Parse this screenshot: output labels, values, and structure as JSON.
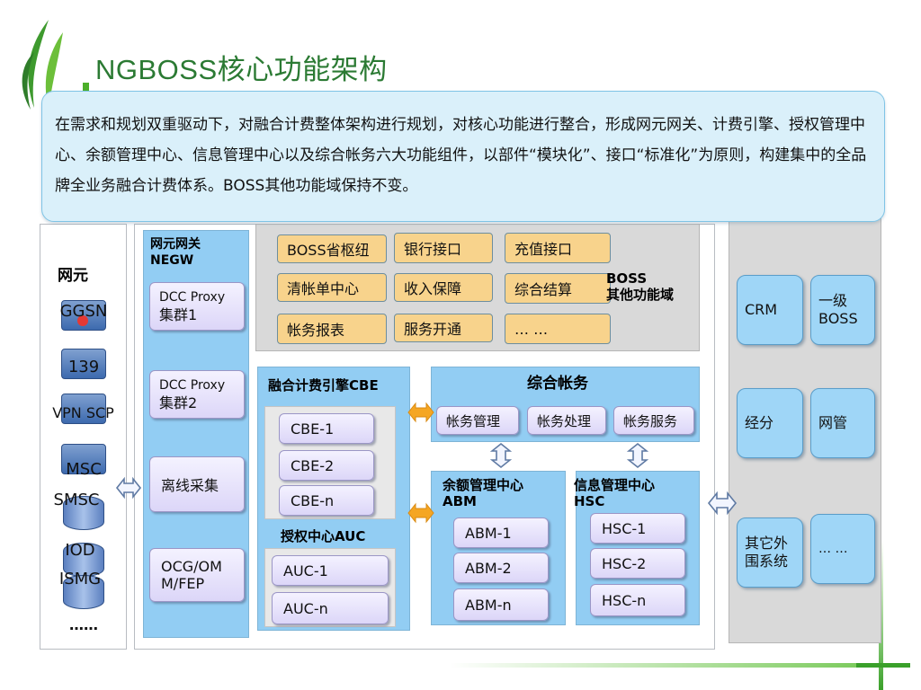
{
  "header": {
    "title": "NGBOSS核心功能架构"
  },
  "intro": {
    "text": "在需求和规划双重驱动下，对融合计费整体架构进行规划，对核心功能进行整合，形成网元网关、计费引擎、授权管理中心、余额管理中心、信息管理中心以及综合帐务六大功能组件，以部件“模块化”、接口“标准化”为原则，构建集中的全品牌全业务融合计费体系。BOSS其他功能域保持不变。"
  },
  "network_elements": {
    "heading": "网元",
    "items": [
      "GGSN",
      "139",
      "VPN SCP",
      "MSC",
      "SMSC",
      "IOD",
      "ISMG"
    ],
    "more": "……"
  },
  "negw": {
    "heading_line1": "网元网关",
    "heading_line2": "NEGW",
    "boxes": [
      {
        "line1": "DCC Proxy",
        "line2": "集群1"
      },
      {
        "line1": "DCC Proxy",
        "line2": "集群2"
      },
      {
        "line1": "离线采集",
        "line2": ""
      },
      {
        "line1": "OCG/OM",
        "line2": "M/FEP"
      }
    ]
  },
  "boss_other": {
    "heading_line1": "BOSS",
    "heading_line2": "其他功能域",
    "items": [
      "BOSS省枢纽",
      "银行接口",
      "充值接口",
      "清帐单中心",
      "收入保障",
      "综合结算",
      "帐务报表",
      "服务开通",
      "… …"
    ]
  },
  "cbe": {
    "heading": "融合计费引擎CBE",
    "items": [
      "CBE-1",
      "CBE-2",
      "CBE-n"
    ]
  },
  "auc": {
    "heading": "授权中心AUC",
    "items": [
      "AUC-1",
      "AUC-n"
    ]
  },
  "accounting": {
    "heading": "综合帐务",
    "items": [
      "帐务管理",
      "帐务处理",
      "帐务服务"
    ]
  },
  "abm": {
    "heading_line1": "余额管理中心",
    "heading_line2": "ABM",
    "items": [
      "ABM-1",
      "ABM-2",
      "ABM-n"
    ]
  },
  "hsc": {
    "heading_line1": "信息管理中心",
    "heading_line2": "HSC",
    "items": [
      "HSC-1",
      "HSC-2",
      "HSC-n"
    ]
  },
  "external": {
    "items": [
      {
        "line1": "CRM",
        "line2": ""
      },
      {
        "line1": "一级",
        "line2": "BOSS"
      },
      {
        "line1": "经分",
        "line2": ""
      },
      {
        "line1": "网管",
        "line2": ""
      },
      {
        "line1": "其它外",
        "line2": "围系统"
      },
      {
        "line1": "… …",
        "line2": ""
      }
    ]
  },
  "colors": {
    "title_green": "#2b7a33",
    "panel_blue": "#92cdf3",
    "panel_grey": "#d9d9d9",
    "box_lavender": "#dcd6f8",
    "box_orange": "#f8d38c",
    "arrow_orange": "#f5a623",
    "arrow_outline": "#5f7aa3"
  }
}
